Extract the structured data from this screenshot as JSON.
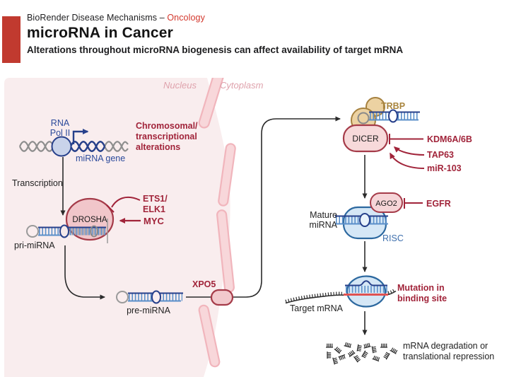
{
  "header": {
    "brand": "BioRender Disease Mechanisms – ",
    "category": "Oncology",
    "title": "microRNA in Cancer",
    "subtitle": "Alterations throughout microRNA biogenesis can affect availability of target mRNA"
  },
  "diagram": {
    "regions": {
      "nucleus": "Nucleus",
      "cytoplasm": "Cytoplasm"
    },
    "transcription_unit": {
      "rna_pol_line1": "RNA",
      "rna_pol_line2": "Pol II",
      "gene": "miRNA gene",
      "alteration_line1": "Chromosomal/",
      "alteration_line2": "transcriptional",
      "alteration_line3": "alterations",
      "process": "Transcription"
    },
    "drosha_step": {
      "enzyme": "DROSHA",
      "substrate": "pri-miRNA",
      "inhibitor_line1": "ETS1/",
      "inhibitor_line2": "ELK1",
      "activator": "MYC"
    },
    "export_step": {
      "product": "pre-miRNA",
      "transporter": "XPO5"
    },
    "dicer_step": {
      "cofactor": "TRBP",
      "enzyme": "DICER",
      "regulators": [
        "KDM6A/6B",
        "TAP63",
        "miR-103"
      ]
    },
    "risc_step": {
      "protein": "AGO2",
      "inhibitor": "EGFR",
      "mature_line1": "Mature",
      "mature_line2": "miRNA",
      "complex": "RISC"
    },
    "target_step": {
      "target": "Target mRNA",
      "mutation_line1": "Mutation in",
      "mutation_line2": "binding site",
      "outcome_line1": "mRNA degradation or",
      "outcome_line2": "translational repression"
    },
    "colors": {
      "accent_red": "#c13a2f",
      "category_red": "#d3372c",
      "annotation_red": "#a1243a",
      "enzyme_border": "#a53b49",
      "enzyme_fill": "#f7d9da",
      "nucleus_fill": "#f9edee",
      "membrane_fill": "#f8d7da",
      "membrane_border": "#f1b5bc",
      "rna_blue": "#27408b",
      "hatch_blue": "#5b8fc9",
      "risc_border": "#2c689f",
      "risc_fill": "#d5e7f6",
      "trbp_fill": "#ecd2a2",
      "trbp_border": "#a6813f",
      "binding_site_red": "#e05252"
    }
  }
}
